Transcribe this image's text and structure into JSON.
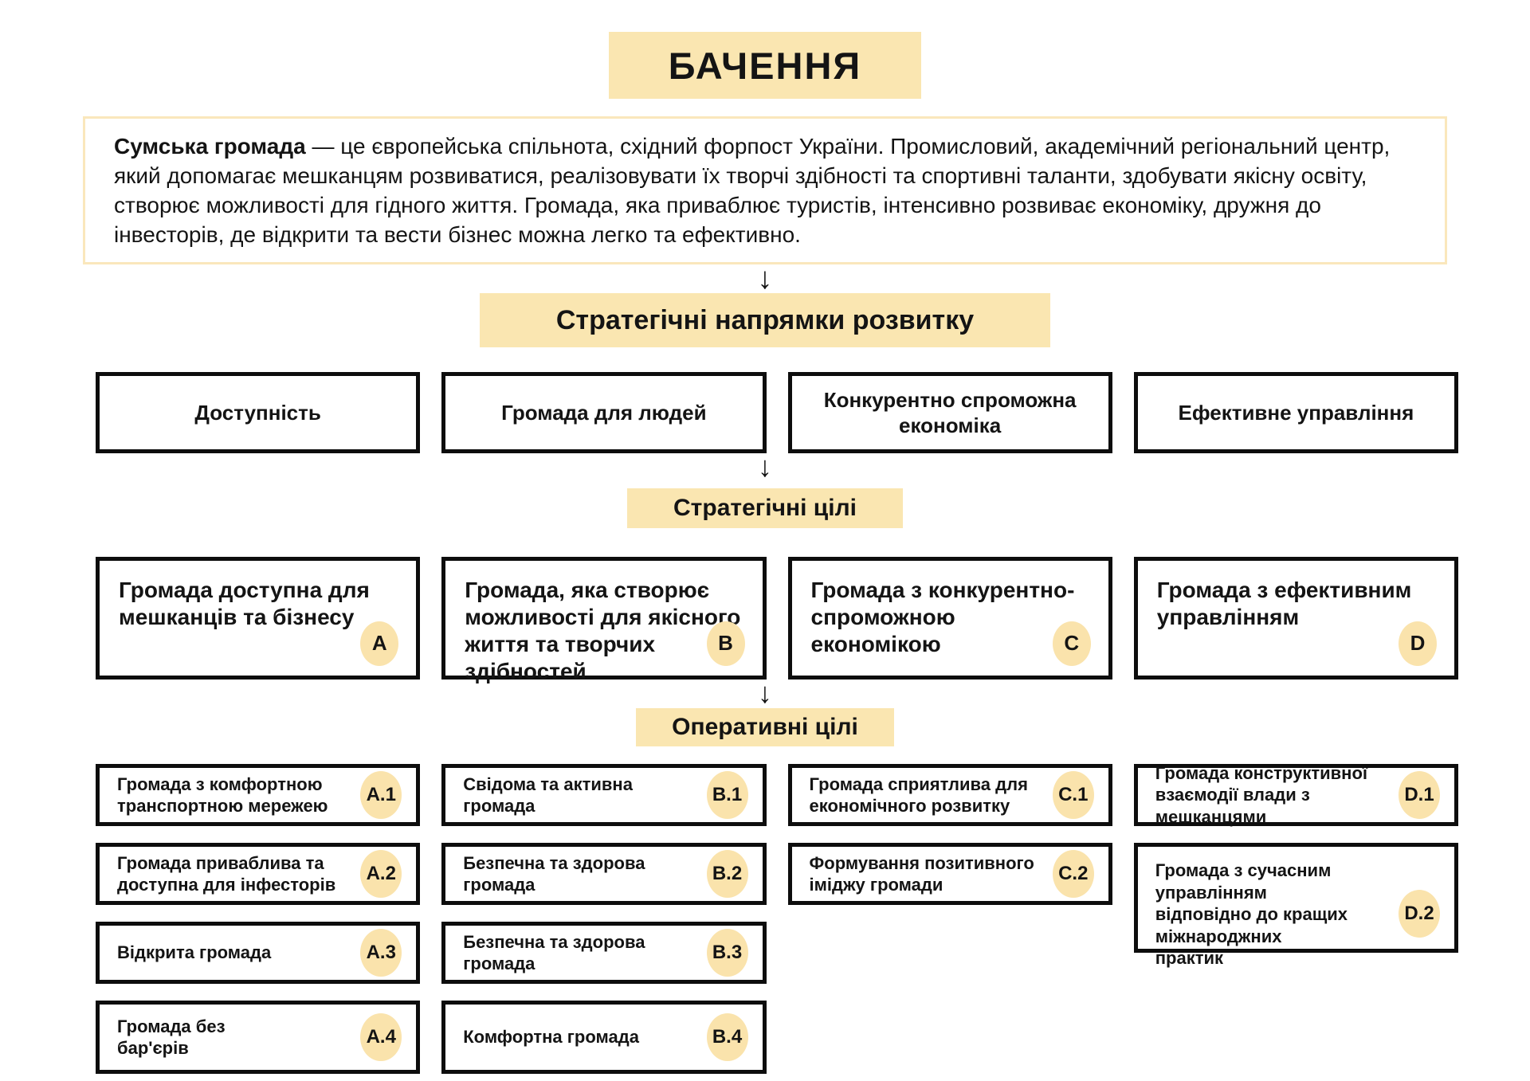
{
  "titles": {
    "vision": "БАЧЕННЯ",
    "directions": "Стратегічні напрямки розвитку",
    "strategic": "Стратегічні цілі",
    "operational": "Оперативні цілі"
  },
  "icons": {
    "arrow_down": "↓"
  },
  "colors": {
    "accent_yellow": "#FAE6B1",
    "badge_yellow": "#FAE3AC",
    "vision_border": "#FAE7BC",
    "box_border": "#0d0d0d"
  },
  "vision": {
    "lead": "Сумська громада",
    "body": " — це європейська спільнота, східний форпост України. Промисловий, академічний регіональний центр, який допомагає мешканцям розвиватися, реалізовувати їх творчі здібності та спортивні таланти, здобувати якісну освіту, створює можливості для гідного життя. Громада, яка приваблює туристів, інтенсивно розвиває економіку, дружня до інвесторів, де відкрити та вести бізнес можна легко та ефективно."
  },
  "directions": [
    {
      "label": "Доступність"
    },
    {
      "label": "Громада для людей"
    },
    {
      "label": "Конкурентно спроможна економіка"
    },
    {
      "label": "Ефективне управління"
    }
  ],
  "strategic_goals": [
    {
      "id": "A",
      "label": "Громада доступна для мешканців та бізнесу"
    },
    {
      "id": "B",
      "label": "Громада, яка створює можливості для якісного життя та творчих здібностей"
    },
    {
      "id": "C",
      "label": "Громада з конкурентно-спроможною економікою"
    },
    {
      "id": "D",
      "label": "Громада з ефективним управлінням"
    }
  ],
  "operational_goals": {
    "A": [
      {
        "id": "A.1",
        "label": "Громада з комфортною транспортною мережею"
      },
      {
        "id": "A.2",
        "label": "Громада приваблива та доступна для інфесторів"
      },
      {
        "id": "A.3",
        "label": "Відкрита громада"
      },
      {
        "id": "A.4",
        "label": "Громада без\nбар'єрів"
      }
    ],
    "B": [
      {
        "id": "B.1",
        "label": "Свідома та активна громада"
      },
      {
        "id": "B.2",
        "label": "Безпечна та здорова громада"
      },
      {
        "id": "B.3",
        "label": "Безпечна та здорова громада"
      },
      {
        "id": "B.4",
        "label": "Комфортна громада"
      }
    ],
    "C": [
      {
        "id": "C.1",
        "label": "Громада сприятлива для економічного розвитку"
      },
      {
        "id": "C.2",
        "label": "Формування позитивного іміджу громади"
      }
    ],
    "D": [
      {
        "id": "D.1",
        "label": "Громада конструктивної взаємодії влади з мешканцями"
      },
      {
        "id": "D.2",
        "label": "Громада з сучасним управлінням\nвідповідно до кращих\nміжнароджних\nпрактик"
      }
    ]
  }
}
